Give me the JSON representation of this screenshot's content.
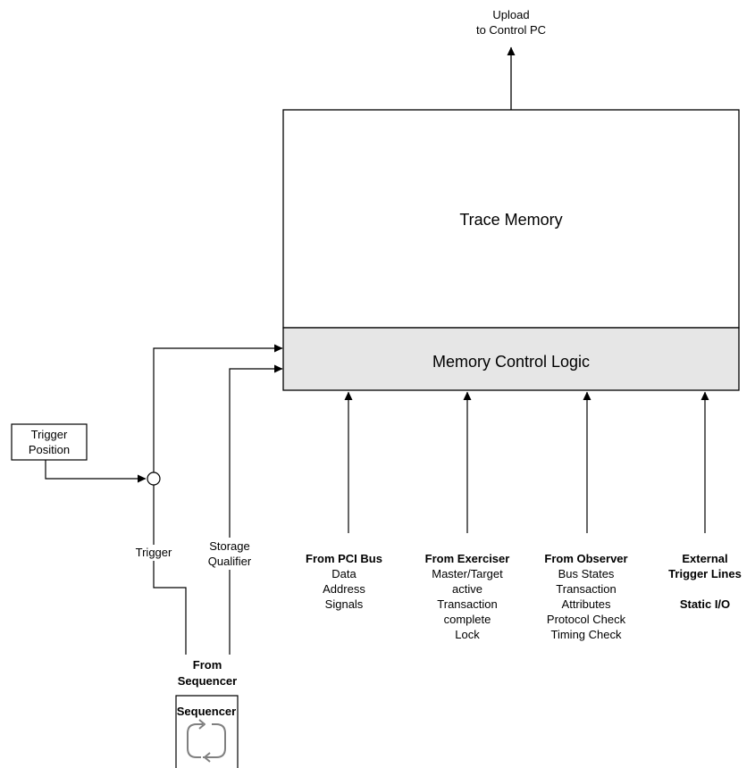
{
  "upload": {
    "line1": "Upload",
    "line2": "to Control PC"
  },
  "trace_memory": {
    "label": "Trace Memory"
  },
  "memory_control": {
    "label": "Memory Control Logic",
    "fill": "#e6e6e6"
  },
  "trigger_position": {
    "line1": "Trigger",
    "line2": "Position"
  },
  "trigger": {
    "label": "Trigger"
  },
  "storage_qualifier": {
    "line1": "Storage",
    "line2": "Qualifier"
  },
  "from_sequencer": {
    "line1": "From",
    "line2": "Sequencer"
  },
  "sequencer": {
    "label": "Sequencer",
    "icon": "loop-arrows-icon"
  },
  "pci_bus": {
    "title": "From PCI Bus",
    "items": [
      "Data",
      "Address",
      "Signals"
    ]
  },
  "exerciser": {
    "title": "From Exerciser",
    "items": [
      "Master/Target",
      "active",
      "Transaction",
      "complete",
      "Lock"
    ]
  },
  "observer": {
    "title": "From Observer",
    "items": [
      "Bus States",
      "Transaction",
      "Attributes",
      "Protocol Check",
      "Timing Check"
    ]
  },
  "external": {
    "title_line1": "External",
    "title_line2": "Trigger Lines",
    "static_io": "Static I/O"
  }
}
